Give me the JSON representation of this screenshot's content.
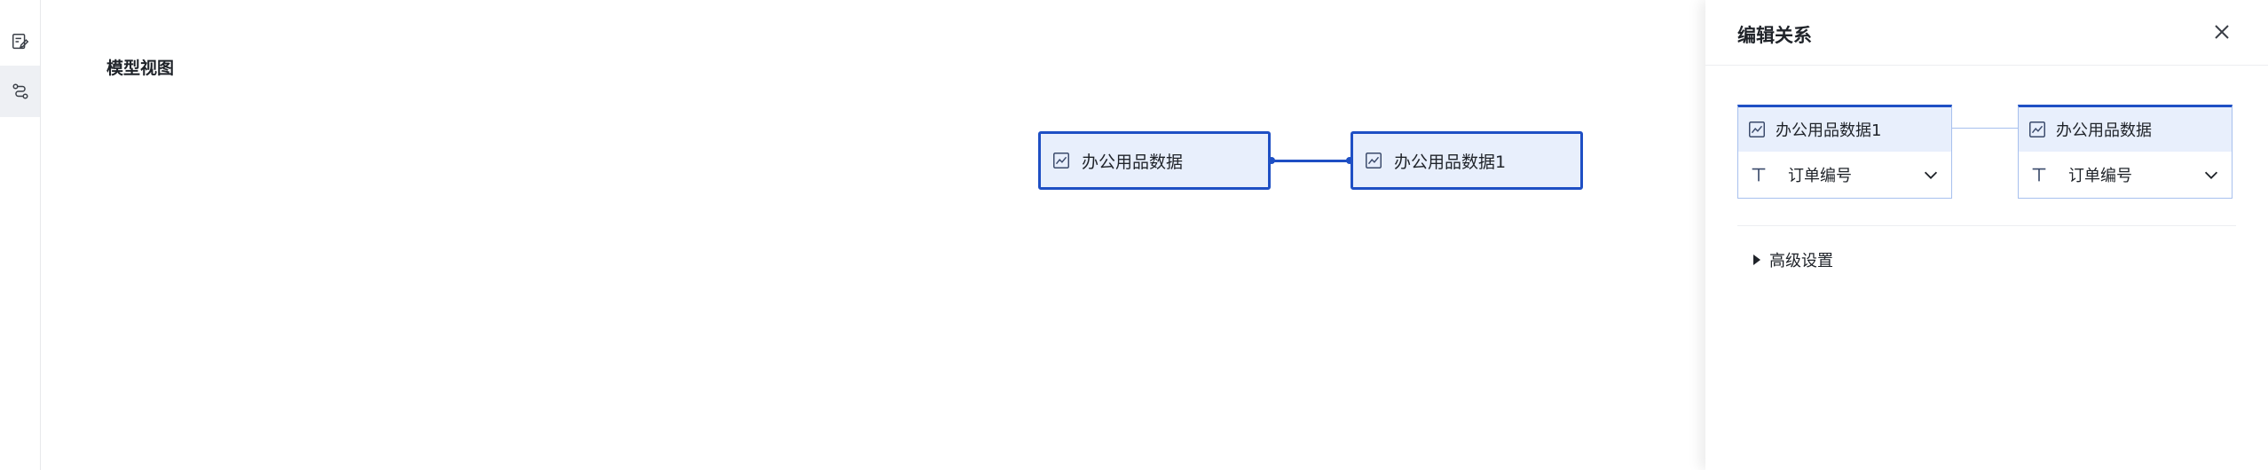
{
  "rail": {
    "items": [
      {
        "icon": "edit-data-icon",
        "active": false
      },
      {
        "icon": "relation-icon",
        "active": true
      }
    ]
  },
  "canvas": {
    "title": "模型视图",
    "nodes": [
      {
        "label": "办公用品数据",
        "icon": "chart-icon"
      },
      {
        "label": "办公用品数据1",
        "icon": "chart-icon"
      }
    ]
  },
  "panel": {
    "title": "编辑关系",
    "close_icon": "close-icon",
    "left_table": {
      "name": "办公用品数据1",
      "field": "订单编号",
      "field_type_icon": "text-type-icon"
    },
    "right_table": {
      "name": "办公用品数据",
      "field": "订单编号",
      "field_type_icon": "text-type-icon"
    },
    "advanced_label": "高级设置"
  },
  "colors": {
    "accent": "#1e4fc4",
    "node_fill": "#e8effc",
    "card_border": "#a7c0ee"
  }
}
